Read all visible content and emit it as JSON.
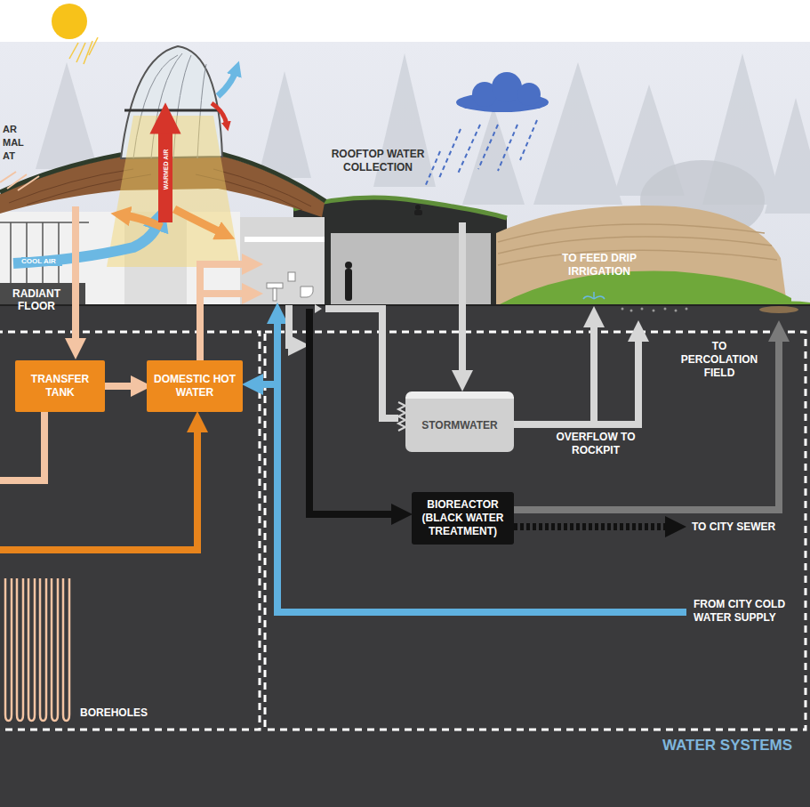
{
  "diagram": {
    "nodes": [
      {
        "text": [
          "TRANSFER TANK"
        ]
      },
      {
        "text": [
          "DOMESTIC HOT WATER"
        ]
      },
      {
        "text": [
          "STORMWATER"
        ]
      },
      {
        "text": [
          "BIOREACTOR (BLACK WATER TREATMENT)"
        ]
      }
    ],
    "edges": [
      {
        "from": 0,
        "to": 1,
        "arrow": "to"
      }
    ],
    "labels": [
      "AR MAL AT",
      "COOL AIR",
      "WARMED AIR",
      "RADIANT FLOOR",
      "ROOFTOP WATER COLLECTION",
      "TO FEED DRIP IRRIGATION",
      "TO PERCOLATION FIELD",
      "OVERFLOW TO ROCKPIT",
      "TO CITY SEWER",
      "FROM CITY COLD WATER SUPPLY",
      "BOREHOLES",
      "WATER SYSTEMS"
    ]
  }
}
